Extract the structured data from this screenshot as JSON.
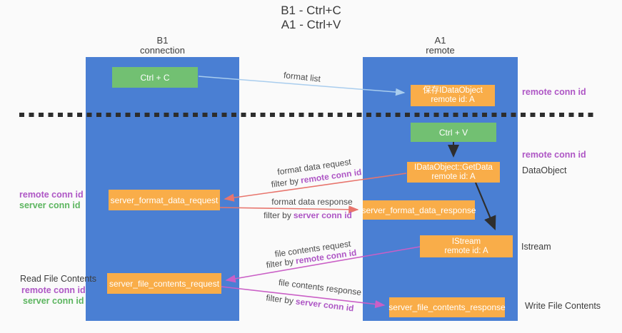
{
  "colors": {
    "column_blue": "#4a7fd3",
    "box_green": "#72c072",
    "box_orange": "#f9ad49",
    "arrow_lightblue": "#a9cdee",
    "arrow_red": "#e8756d",
    "arrow_magenta": "#ca5fc6",
    "arrow_black": "#2e2e2e",
    "text_purple": "#ae56c5",
    "text_green": "#5cb55f",
    "text_dark": "#3c3c3c"
  },
  "title": {
    "line1": "B1 - Ctrl+C",
    "line2": "A1 - Ctrl+V"
  },
  "lanes": {
    "left": {
      "title": "B1",
      "subtitle": "connection"
    },
    "right": {
      "title": "A1",
      "subtitle": "remote"
    }
  },
  "nodes": {
    "ctrl_c": {
      "label": "Ctrl + C"
    },
    "save_idataobject": {
      "line1": "保存IDataObject",
      "line2": "remote id: A"
    },
    "ctrl_v": {
      "label": "Ctrl + V"
    },
    "idataobject_getdata": {
      "line1": "IDataObject::GetData",
      "line2": "remote id: A"
    },
    "server_format_data_request": {
      "label": "server_format_data_request"
    },
    "server_format_data_response": {
      "label": "server_format_data_response"
    },
    "istream": {
      "line1": "IStream",
      "line2": "remote id: A"
    },
    "server_file_contents_request": {
      "label": "server_file_contents_request"
    },
    "server_file_contents_response": {
      "label": "server_file_contents_response"
    }
  },
  "flow_labels": {
    "format_list": "format list",
    "format_data_request": "format data request",
    "format_data_response": "format data response",
    "file_contents_request": "file contents request",
    "file_contents_response": "file contents response",
    "filter_by": "filter by",
    "remote_conn_id": "remote conn id",
    "server_conn_id": "server conn id"
  },
  "annotations": {
    "right": {
      "remote_conn_id_top": "remote conn id",
      "remote_conn_id_mid": "remote conn id",
      "dataobject": "DataObject",
      "istream": "Istream",
      "write_file_contents": "Write File Contents"
    },
    "left": {
      "remote_conn_id_mid": "remote conn id",
      "server_conn_id_mid": "server conn id",
      "read_file_contents": "Read File Contents",
      "remote_conn_id_bottom": "remote conn id",
      "server_conn_id_bottom": "server conn id"
    }
  }
}
